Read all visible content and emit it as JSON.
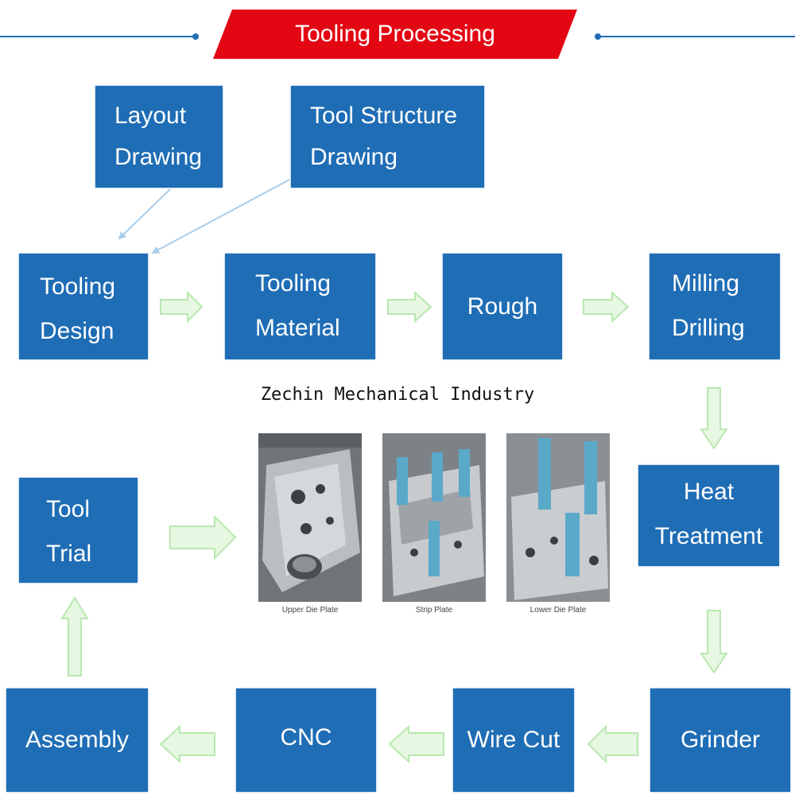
{
  "title": "Tooling Processing",
  "company": "Zechin Mechanical Industry",
  "colors": {
    "box": "#1f6db5",
    "banner": "#e30613",
    "arrow_fill": "#e6f7e2",
    "arrow_stroke": "#b8e8b0",
    "connector": "#a9cdea"
  },
  "steps": {
    "layout_drawing": [
      "Layout",
      "Drawing"
    ],
    "tool_structure_drawing": [
      "Tool Structure",
      "Drawing"
    ],
    "tooling_design": [
      "Tooling",
      "Design"
    ],
    "tooling_material": [
      "Tooling",
      "Material"
    ],
    "rough": "Rough",
    "milling_drilling": [
      "Milling",
      "Drilling"
    ],
    "heat_treatment": [
      "Heat",
      "Treatment"
    ],
    "grinder": "Grinder",
    "wire_cut": "Wire Cut",
    "cnc": "CNC",
    "assembly": "Assembly",
    "tool_trial": [
      "Tool",
      "Trial"
    ]
  },
  "photos": [
    {
      "caption": "Upper Die Plate"
    },
    {
      "caption": "Strip Plate"
    },
    {
      "caption": "Lower Die Plate"
    }
  ]
}
